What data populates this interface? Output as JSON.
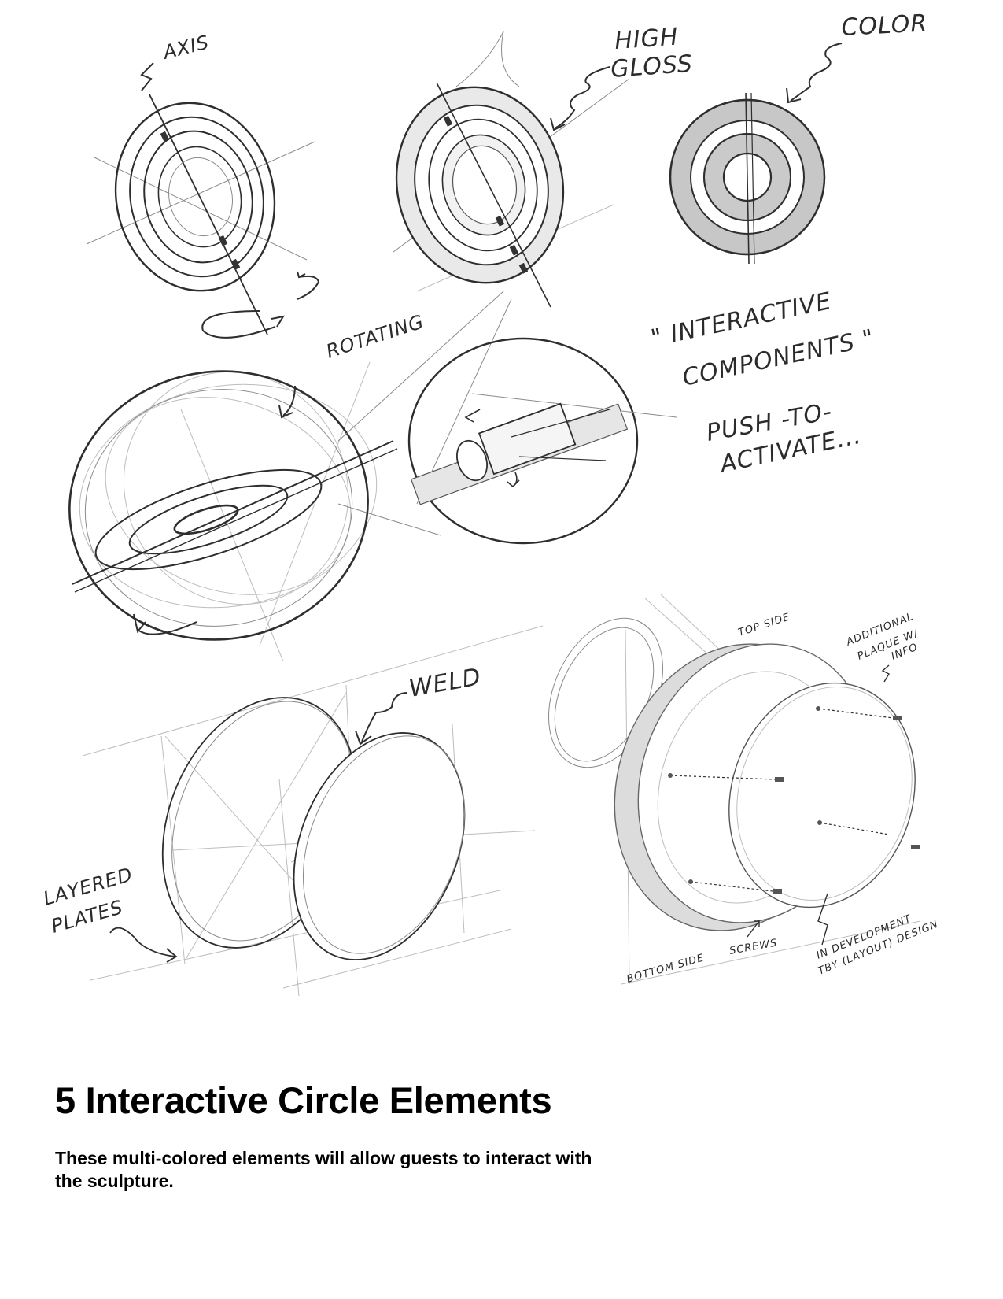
{
  "page": {
    "title": "5 Interactive Circle Elements",
    "description": "These multi-colored elements will allow guests to interact with the sculpture."
  },
  "sketch": {
    "labels": {
      "axis": "AXIS",
      "high_gloss_1": "HIGH",
      "high_gloss_2": "GLOSS",
      "color": "COLOR",
      "rotating": "ROTATING",
      "interactive_1": "\" INTERACTIVE",
      "interactive_2": "COMPONENTS \"",
      "push_1": "PUSH -TO-",
      "push_2": "ACTIVATE...",
      "weld": "WELD",
      "layered_1": "LAYERED",
      "layered_2": "PLATES",
      "top_side": "TOP SIDE",
      "additional_1": "ADDITIONAL",
      "additional_2": "PLAQUE W/",
      "additional_3": "INFO",
      "bottom_side": "BOTTOM SIDE",
      "screws": "SCREWS",
      "in_dev_1": "IN DEVELOPMENT",
      "in_dev_2": "TBY (LAYOUT) DESIGN"
    }
  }
}
